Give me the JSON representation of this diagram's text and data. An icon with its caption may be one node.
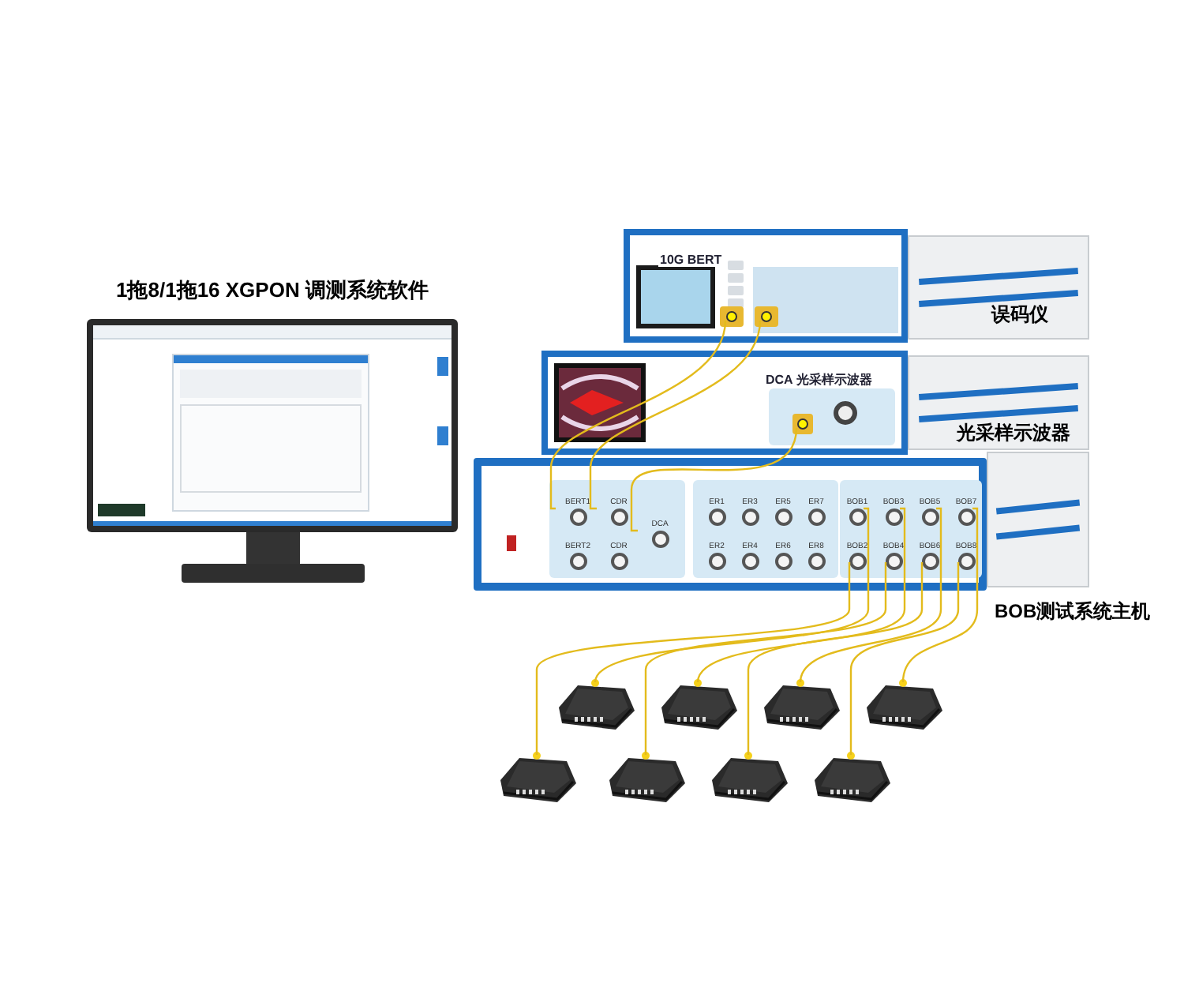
{
  "diagram": {
    "nodes": [
      {
        "text": [
          "1拖8/1拖16 XGPON 调测系统软件"
        ]
      },
      {
        "text": [
          "10G BERT"
        ]
      },
      {
        "text": [
          "DCA 光采样示波器"
        ]
      },
      {
        "text": [],
        "shape": "box"
      },
      {
        "text": [
          "BERT1"
        ],
        "in": 3
      },
      {
        "text": [
          "CDR"
        ],
        "in": 3
      },
      {
        "text": [
          "DCA"
        ],
        "in": 3
      },
      {
        "text": [
          "BERT2"
        ],
        "in": 3
      },
      {
        "text": [
          "CDR"
        ],
        "in": 3
      },
      {
        "text": [
          "ER1"
        ],
        "in": 3
      },
      {
        "text": [
          "ER3"
        ],
        "in": 3
      },
      {
        "text": [
          "ER5"
        ],
        "in": 3
      },
      {
        "text": [
          "ER7"
        ],
        "in": 3
      },
      {
        "text": [
          "ER2"
        ],
        "in": 3
      },
      {
        "text": [
          "ER4"
        ],
        "in": 3
      },
      {
        "text": [
          "ER6"
        ],
        "in": 3
      },
      {
        "text": [
          "ER8"
        ],
        "in": 3
      },
      {
        "text": [
          "BOB1"
        ],
        "in": 3
      },
      {
        "text": [
          "BOB3"
        ],
        "in": 3
      },
      {
        "text": [
          "BOB5"
        ],
        "in": 3
      },
      {
        "text": [
          "BOB7"
        ],
        "in": 3
      },
      {
        "text": [
          "BOB2"
        ],
        "in": 3
      },
      {
        "text": [
          "BOB4"
        ],
        "in": 3
      },
      {
        "text": [
          "BOB6"
        ],
        "in": 3
      },
      {
        "text": [
          "BOB8"
        ],
        "in": 3
      },
      {
        "text": [],
        "shape": "box",
        "in": 1
      },
      {
        "text": [],
        "shape": "box",
        "in": 1
      },
      {
        "text": [],
        "shape": "box",
        "in": 2
      },
      {
        "text": [],
        "shape": "picture"
      },
      {
        "text": [],
        "shape": "picture"
      },
      {
        "text": [],
        "shape": "picture"
      },
      {
        "text": [],
        "shape": "picture"
      },
      {
        "text": [],
        "shape": "picture"
      },
      {
        "text": [],
        "shape": "picture"
      },
      {
        "text": [],
        "shape": "picture"
      },
      {
        "text": [],
        "shape": "picture"
      }
    ],
    "edges": [
      {
        "from": 25,
        "to": 4,
        "arrow": "none"
      },
      {
        "from": 26,
        "to": 5,
        "arrow": "none"
      },
      {
        "from": 27,
        "to": 6,
        "arrow": "none"
      },
      {
        "from": 17,
        "to": 28,
        "arrow": "none"
      },
      {
        "from": 18,
        "to": 29,
        "arrow": "none"
      },
      {
        "from": 19,
        "to": 30,
        "arrow": "none"
      },
      {
        "from": 20,
        "to": 31,
        "arrow": "none"
      },
      {
        "from": 21,
        "to": 32,
        "arrow": "none"
      },
      {
        "from": 22,
        "to": 33,
        "arrow": "none"
      },
      {
        "from": 23,
        "to": 34,
        "arrow": "none"
      },
      {
        "from": 24,
        "to": 35,
        "arrow": "none"
      }
    ],
    "labels": [
      "误码仪",
      "光采样示波器",
      "BOB测试系统主机"
    ]
  }
}
